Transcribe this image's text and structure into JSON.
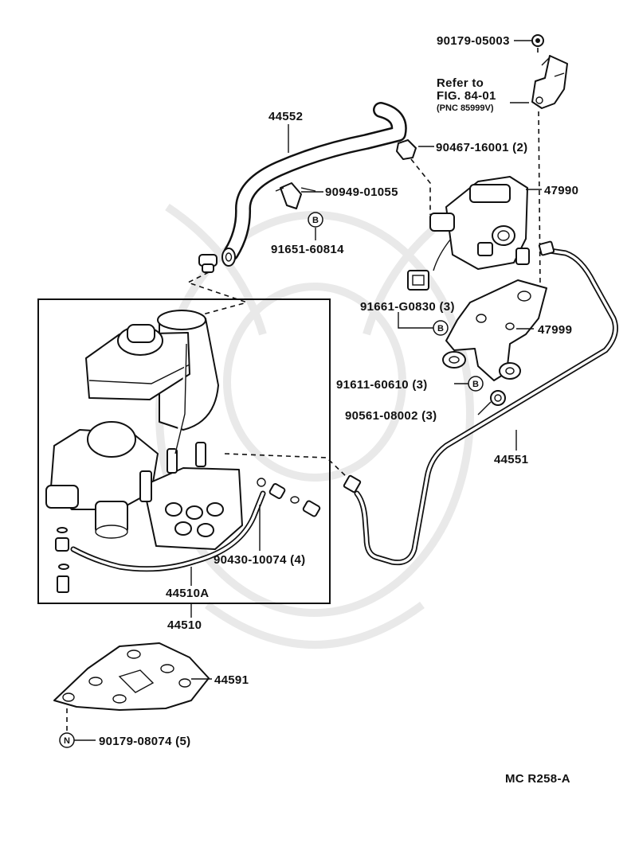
{
  "parts": {
    "p44552": "44552",
    "p90949": "90949-01055",
    "p91651_60814": "91651-60814",
    "p90179_05003": "90179-05003",
    "refer_line1": "Refer to",
    "refer_line2": "FIG. 84-01",
    "refer_line3": "(PNC 85999V)",
    "p90467": "90467-16001 (2)",
    "p47990": "47990",
    "p91661": "91661-G0830 (3)",
    "p47999": "47999",
    "p91611": "91611-60610 (3)",
    "p90561": "90561-08002 (3)",
    "p44551": "44551",
    "p90430": "90430-10074 (4)",
    "p44510A": "44510A",
    "p44510": "44510",
    "p44591": "44591",
    "p90179_08074": "90179-08074 (5)"
  },
  "markers": {
    "b": "B",
    "n": "N"
  },
  "footer": {
    "code": "MC  R258-A"
  }
}
